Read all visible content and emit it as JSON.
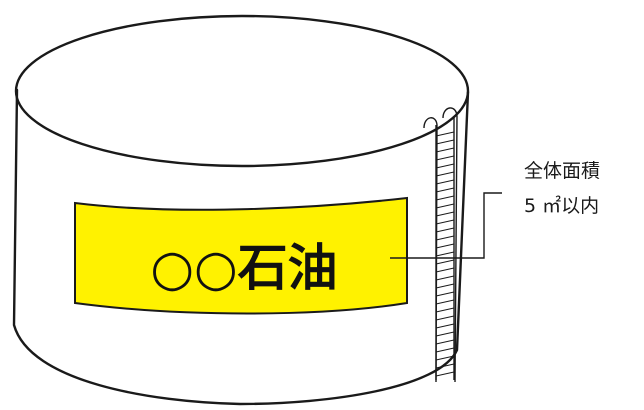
{
  "sign": {
    "text": "○○石油",
    "background_color": "#fff200"
  },
  "annotation": {
    "line1": "全体面積",
    "line2": "5 ㎡以内"
  }
}
